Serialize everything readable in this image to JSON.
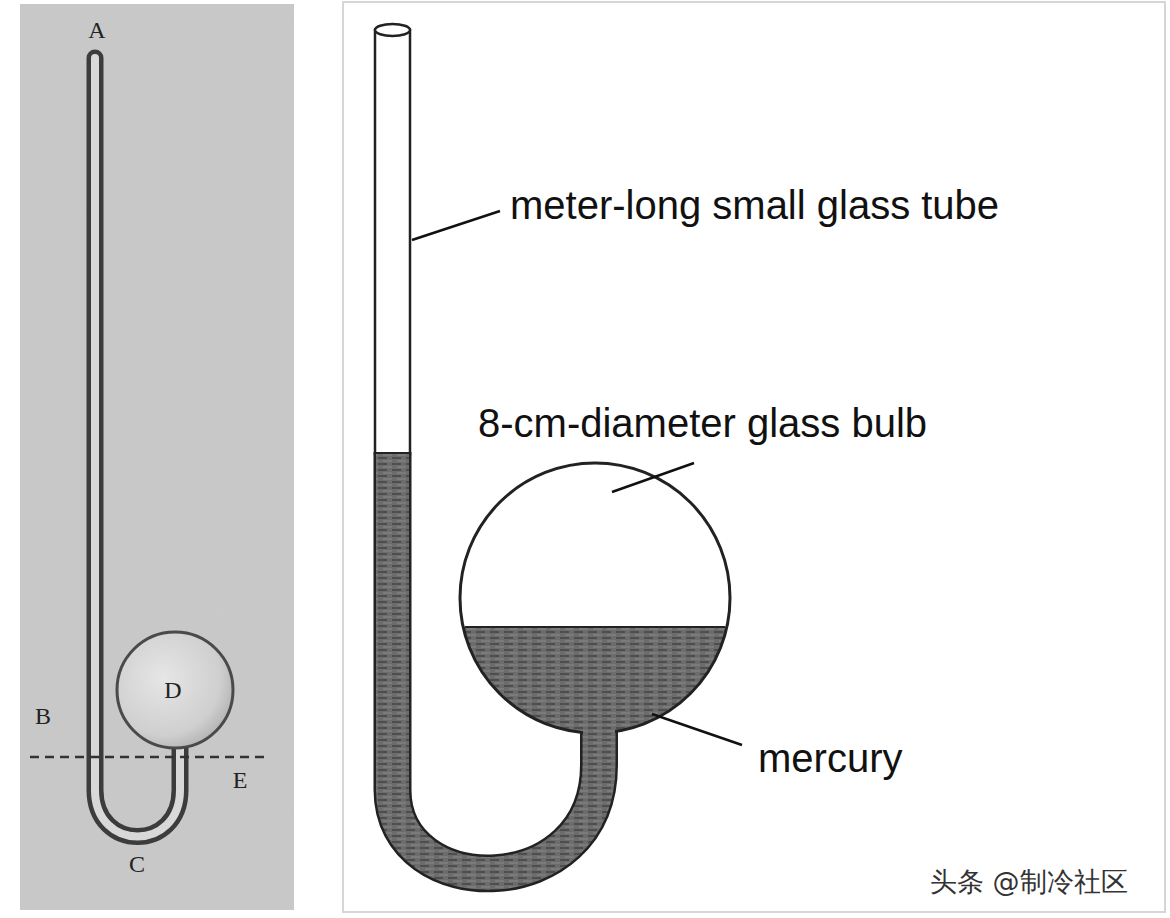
{
  "diagram": {
    "labels": [
      "A",
      "D",
      "B",
      "E",
      "C",
      "meter-long small glass tube",
      "8-cm-diameter glass bulb",
      "mercury",
      "头条 @制冷社区"
    ]
  }
}
